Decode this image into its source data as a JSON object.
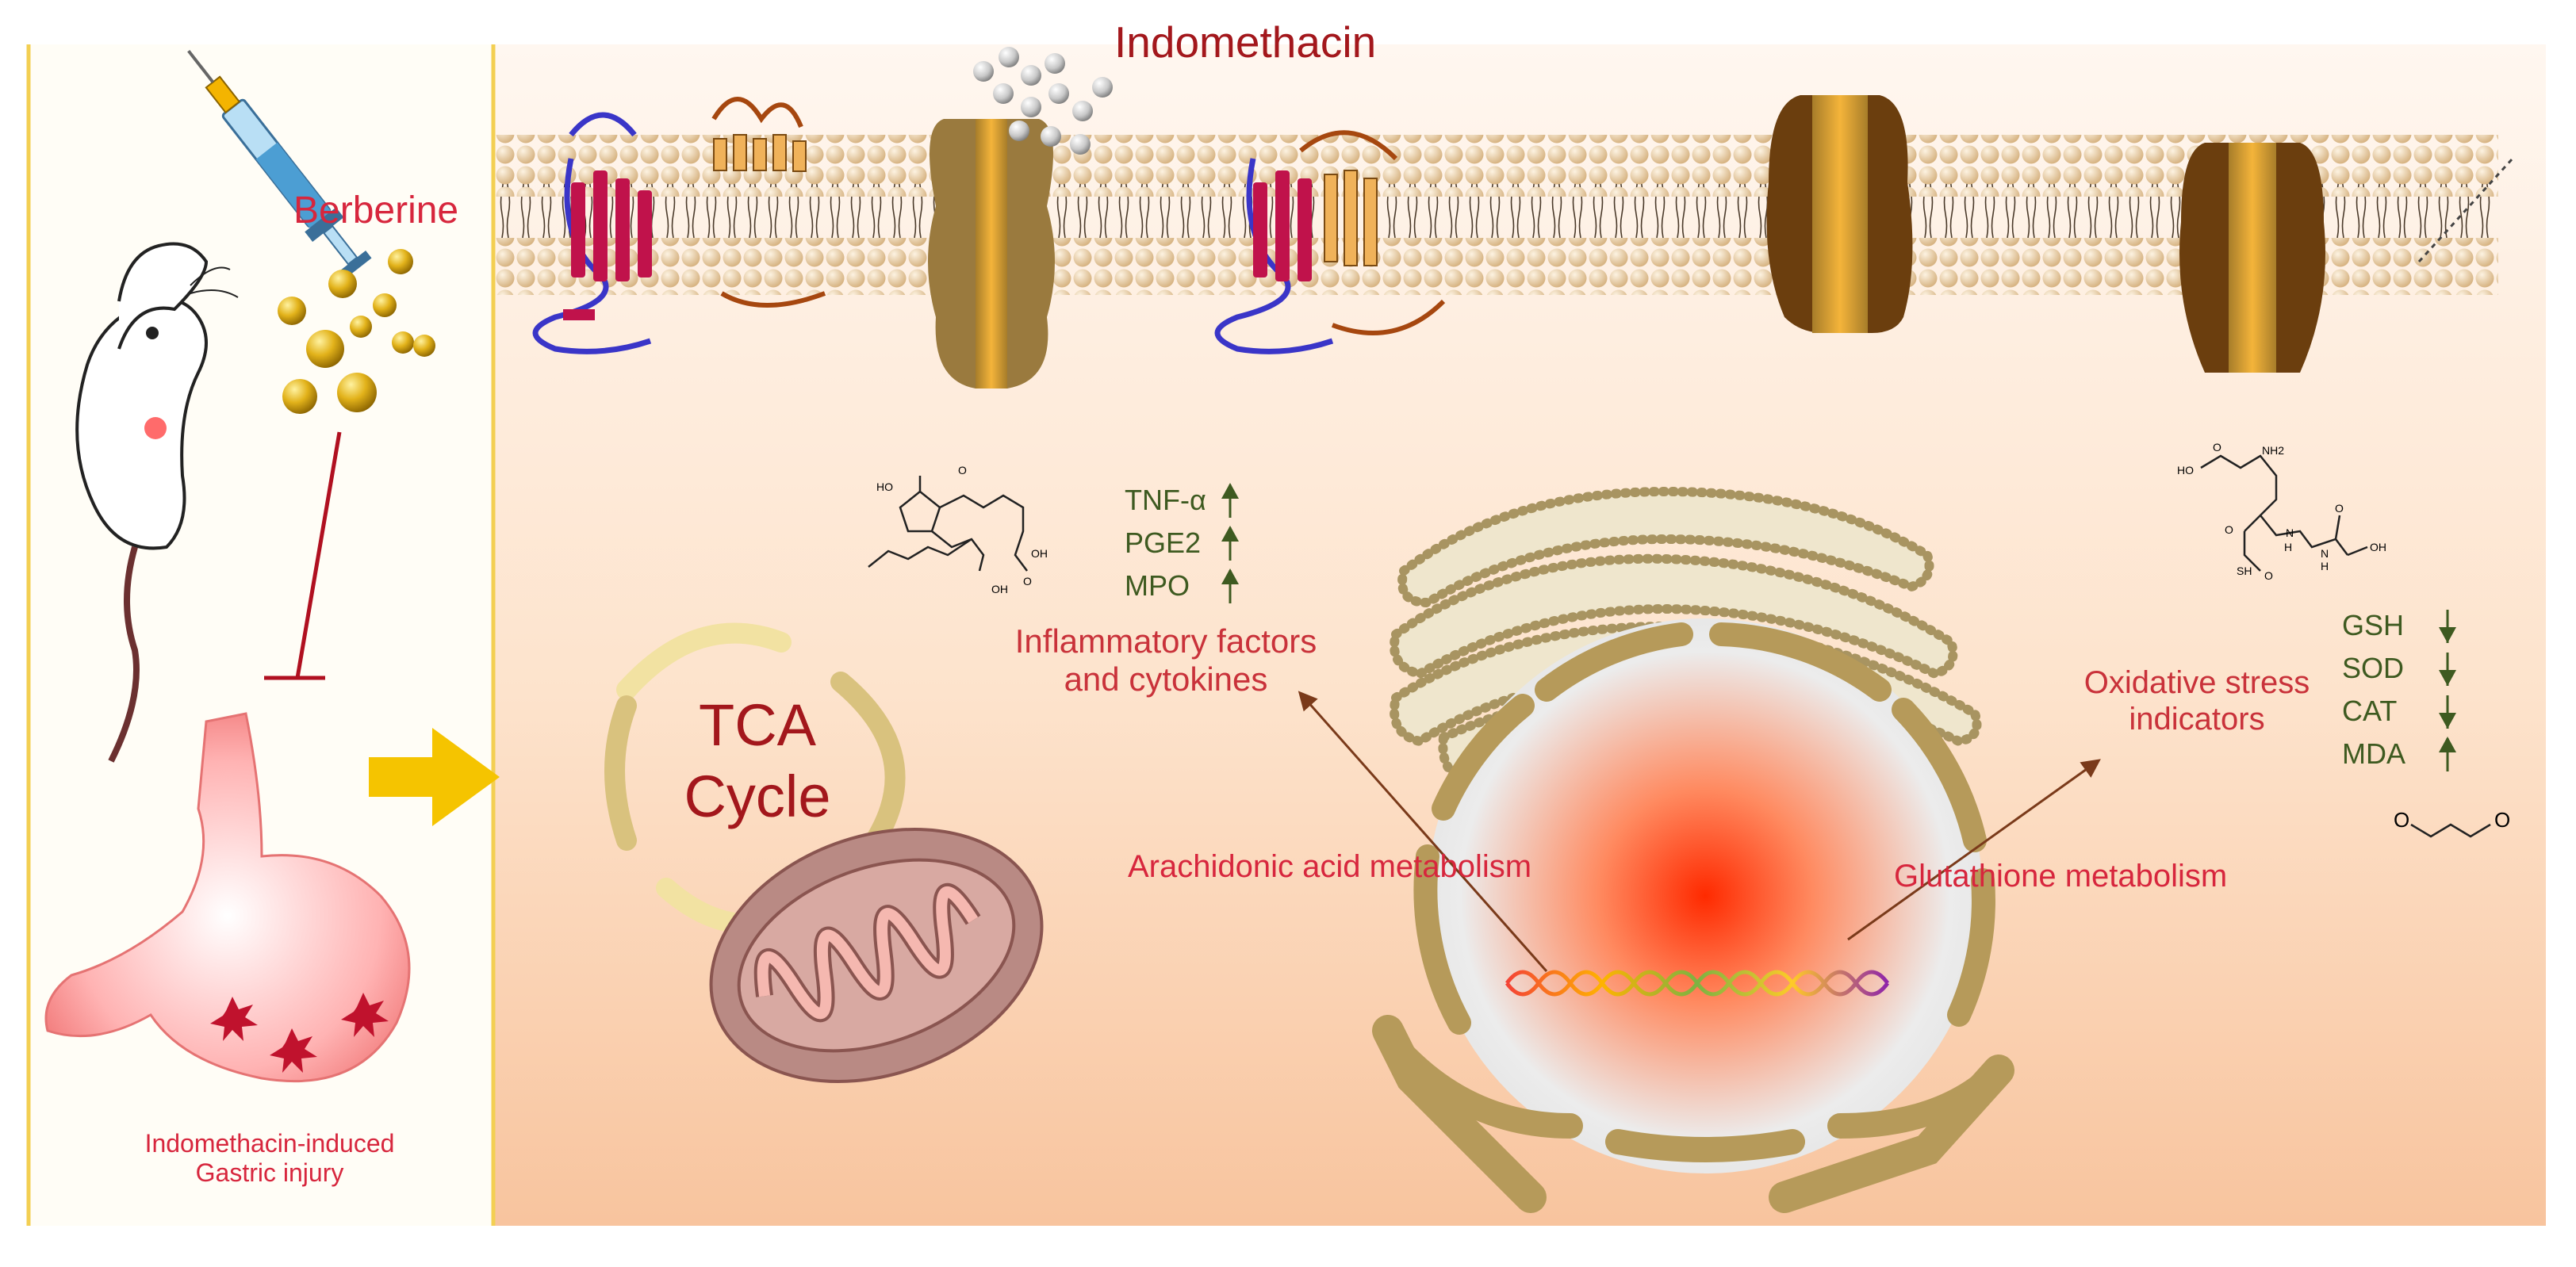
{
  "title": "Indomethacin",
  "left_panel": {
    "drug": "Berberine",
    "injury_line1": "Indomethacin-induced",
    "injury_line2": "Gastric injury"
  },
  "tca": {
    "line1": "TCA",
    "line2": "Cycle"
  },
  "inflammatory": {
    "heading_line1": "Inflammatory factors",
    "heading_line2": "and cytokines",
    "markers": [
      {
        "name": "TNF-α",
        "direction": "up"
      },
      {
        "name": "PGE2",
        "direction": "up"
      },
      {
        "name": "MPO",
        "direction": "up"
      }
    ]
  },
  "oxidative": {
    "heading_line1": "Oxidative stress",
    "heading_line2": "indicators",
    "markers": [
      {
        "name": "GSH",
        "direction": "down"
      },
      {
        "name": "SOD",
        "direction": "down"
      },
      {
        "name": "CAT",
        "direction": "down"
      },
      {
        "name": "MDA",
        "direction": "up"
      }
    ]
  },
  "pathways": {
    "left": "Arachidonic acid metabolism",
    "right": "Glutathione metabolism"
  },
  "chem_labels": {
    "pge2": [
      "HO",
      "O",
      "OH",
      "OH",
      "O"
    ],
    "gsh": [
      "HO",
      "O",
      "NH2",
      "O",
      "H",
      "N",
      "N",
      "H",
      "O",
      "OH",
      "O",
      "SH"
    ],
    "mda": [
      "O",
      "O"
    ]
  },
  "colors": {
    "label_red": "#d7263d",
    "title_red": "#a3171c",
    "marker_green": "#3e5a20",
    "arrow_brown": "#7a3a1a",
    "panel_border": "#f3cf52",
    "big_arrow": "#f5c400",
    "membrane_head": "#e9cfa4"
  }
}
